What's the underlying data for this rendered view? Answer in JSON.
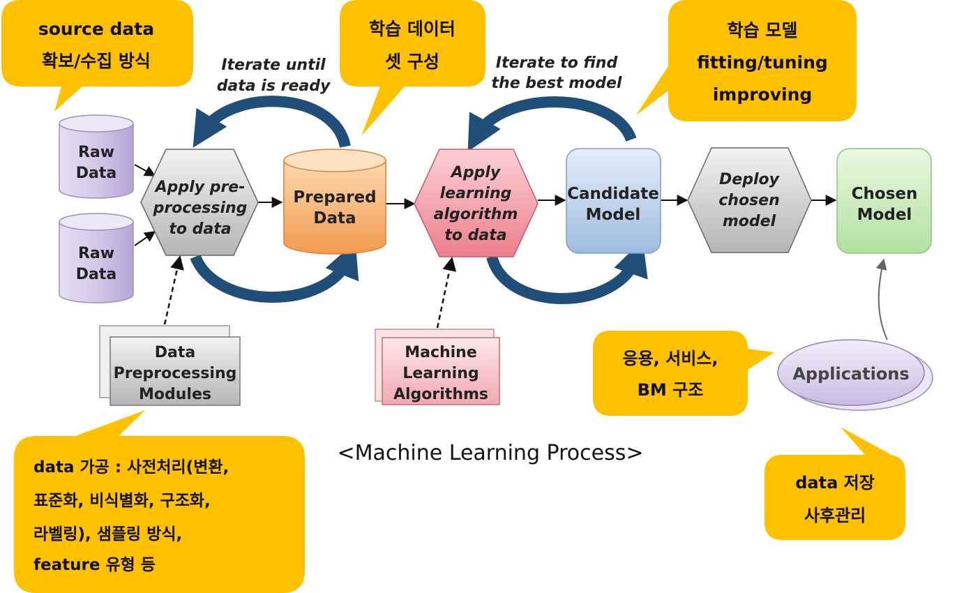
{
  "callouts": {
    "source": [
      "source data",
      "확보/수집 방식"
    ],
    "dataset": [
      "학습 데이터",
      "셋 구성"
    ],
    "model": [
      "학습 모델",
      "fitting/tuning",
      "improving"
    ],
    "processing": [
      "data 가공 : 사전처리(변환,",
      "표준화, 비식별화, 구조화,",
      "라벨링), 샘플링 방식,",
      "feature 유형 등"
    ],
    "service": [
      "응용, 서비스,",
      "BM 구조"
    ],
    "storage": [
      "data 저장",
      "사후관리"
    ]
  },
  "iterate_data": [
    "Iterate until",
    "data is ready"
  ],
  "iterate_model": [
    "Iterate to find",
    "the best model"
  ],
  "raw_data_1": [
    "Raw",
    "Data"
  ],
  "raw_data_2": [
    "Raw",
    "Data"
  ],
  "preprocess": [
    "Apply pre-",
    "processing",
    "to data"
  ],
  "prepared": [
    "Prepared",
    "Data"
  ],
  "apply_learning": [
    "Apply",
    "learning",
    "algorithm",
    "to data"
  ],
  "candidate": [
    "Candidate",
    "Model"
  ],
  "deploy": [
    "Deploy",
    "chosen",
    "model"
  ],
  "chosen": [
    "Chosen",
    "Model"
  ],
  "preproc_modules": [
    "Data",
    "Preprocessing",
    "Modules"
  ],
  "ml_algorithms": [
    "Machine",
    "Learning",
    "Algorithms"
  ],
  "applications": "Applications",
  "caption": "<Machine Learning Process>",
  "colors": {
    "callout": "#ffc000",
    "raw_data": "#c8bde0",
    "hexagon": "#c8c8c8",
    "prepared": "#f5a85c",
    "learning_hex": "#f08a96",
    "candidate": "#a9c4e4",
    "chosen": "#bfe6b0",
    "loop_arrow": "#1f4e79"
  }
}
